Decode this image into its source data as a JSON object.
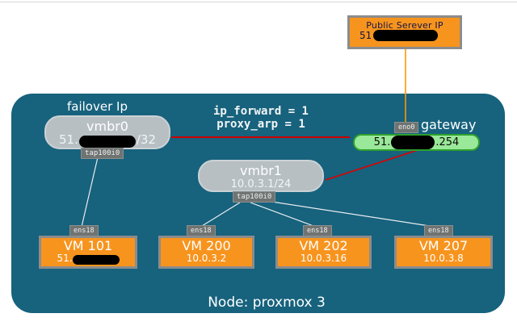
{
  "colors": {
    "container_teal": "#17627D",
    "box_orange": "#F7941E",
    "box_border_gray": "#8C8C8C",
    "bridge_gray": "#B7BFC3",
    "gateway_green_fill": "#9AE89A",
    "gateway_green_border": "#2DA02D",
    "red_wire": "#CC0000",
    "orange_wire": "#FF9800",
    "white_wire": "#E9EDEE",
    "tag_gray": "#6F7472"
  },
  "public_server": {
    "title": "Public Serever IP",
    "ip_prefix": "51",
    "ip_redacted": true
  },
  "config": {
    "ip_forward": "ip_forward = 1",
    "proxy_arp": "proxy_arp = 1"
  },
  "failover": {
    "label": "failover Ip"
  },
  "gateway": {
    "label": "gateway",
    "interface": "eno0",
    "ip_prefix": "51.",
    "ip_suffix": ".254",
    "ip_redacted": true
  },
  "bridges": [
    {
      "name": "vmbr0",
      "ip_prefix": "51.",
      "ip_suffix": "/32",
      "ip_redacted": true,
      "tap_interface": "tap100i0"
    },
    {
      "name": "vmbr1",
      "ip": "10.0.3.1/24",
      "tap_interface": "tap100i0"
    }
  ],
  "vms": [
    {
      "name": "VM 101",
      "interface": "ens18",
      "ip_prefix": "51.",
      "ip_redacted": true
    },
    {
      "name": "VM 200",
      "interface": "ens18",
      "ip": "10.0.3.2"
    },
    {
      "name": "VM 202",
      "interface": "ens18",
      "ip": "10.0.3.16"
    },
    {
      "name": "VM 207",
      "interface": "ens18",
      "ip": "10.0.3.8"
    }
  ],
  "node": {
    "label": "Node: proxmox 3"
  }
}
